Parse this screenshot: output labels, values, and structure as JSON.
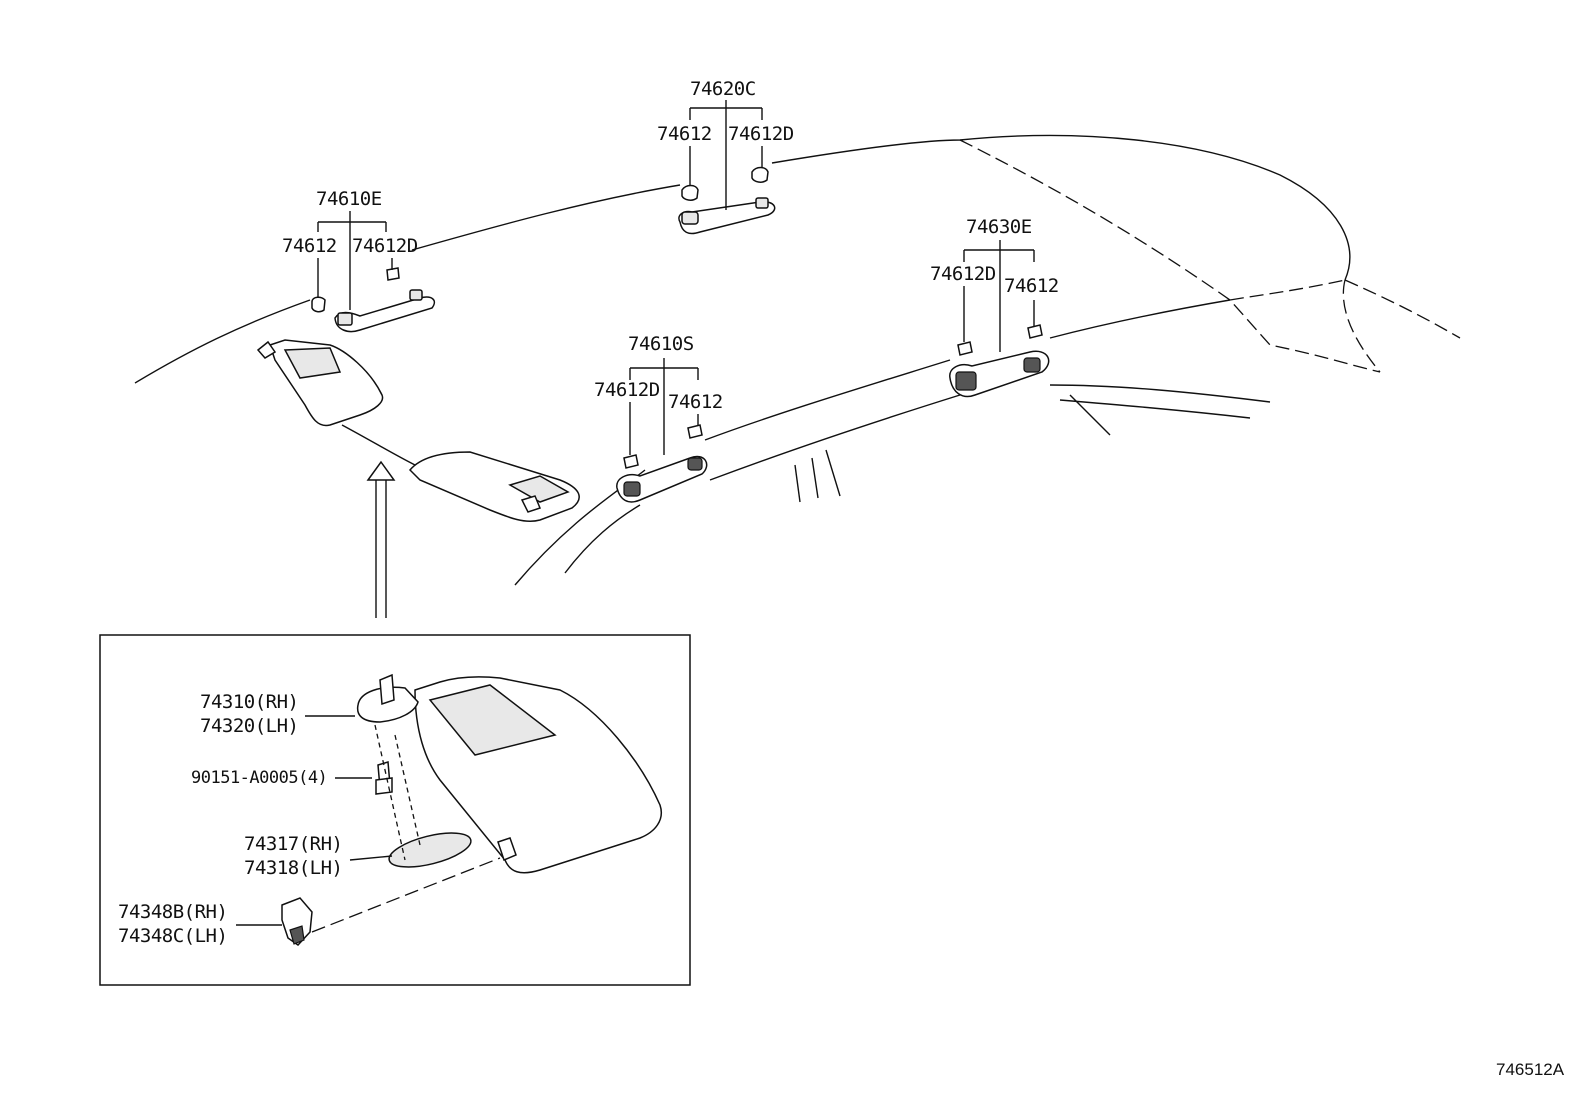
{
  "labels": {
    "assist_grip_front_lh": "74610E",
    "assist_grip_front_rh": "74620C",
    "assist_grip_rear_lh": "74610S",
    "assist_grip_rear_rh": "74630E",
    "cover_a": "74612",
    "cover_d": "74612D",
    "visor_rh": "74310(RH)",
    "visor_lh": "74320(LH)",
    "screw": "90151-A0005(4)",
    "mirror_cover_rh": "74317(RH)",
    "mirror_cover_lh": "74318(LH)",
    "holder_rh": "74348B(RH)",
    "holder_lh": "74348C(LH)"
  },
  "diagram_ref": "746512A"
}
